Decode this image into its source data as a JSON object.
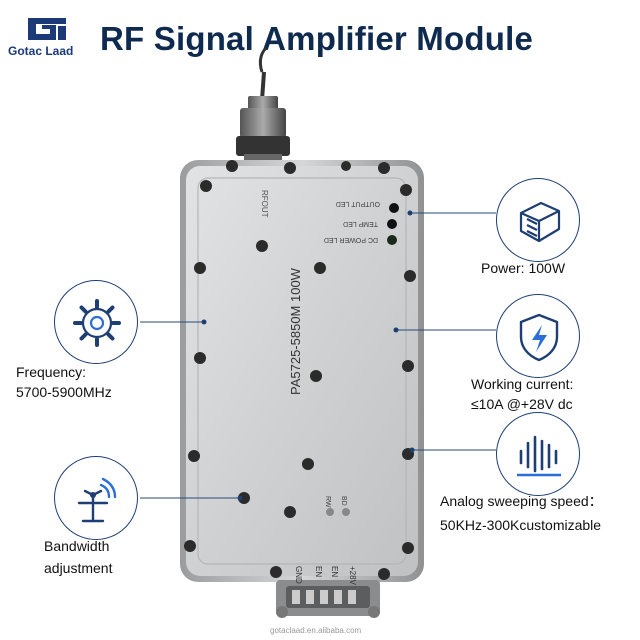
{
  "brand": {
    "name": "Gotac Laad"
  },
  "title": "RF Signal Amplifier Module",
  "device": {
    "model_label": "PA5725-5850M 100W",
    "connector_label": "RFOUT",
    "leds": [
      "OUTPUT LED",
      "TEMP LED",
      "DC POWER LED"
    ],
    "pins": [
      "GND",
      "EN",
      "EN",
      "+28V"
    ],
    "small_labels": [
      "RW",
      "BD"
    ]
  },
  "features": [
    {
      "icon": "cube-power-icon",
      "label": "Power: 100W"
    },
    {
      "icon": "shield-bolt-icon",
      "label": "Working current:",
      "label2": "≤10A @+28V dc"
    },
    {
      "icon": "sound-wave-icon",
      "label": "Analog sweeping speed：",
      "label2": "50KHz-300Kcustomizable"
    },
    {
      "icon": "gear-frequency-icon",
      "label": "Frequency:",
      "label2": "5700-5900MHz"
    },
    {
      "icon": "antenna-tuning-icon",
      "label": "Bandwidth",
      "label2": "adjustment"
    }
  ],
  "watermark": "gotaclaad.en.alibaba.com",
  "colors": {
    "navy": "#0f2a4f",
    "icon": "#1e3f73",
    "accent": "#2b6fd6",
    "metal": "#c9cbcd"
  }
}
